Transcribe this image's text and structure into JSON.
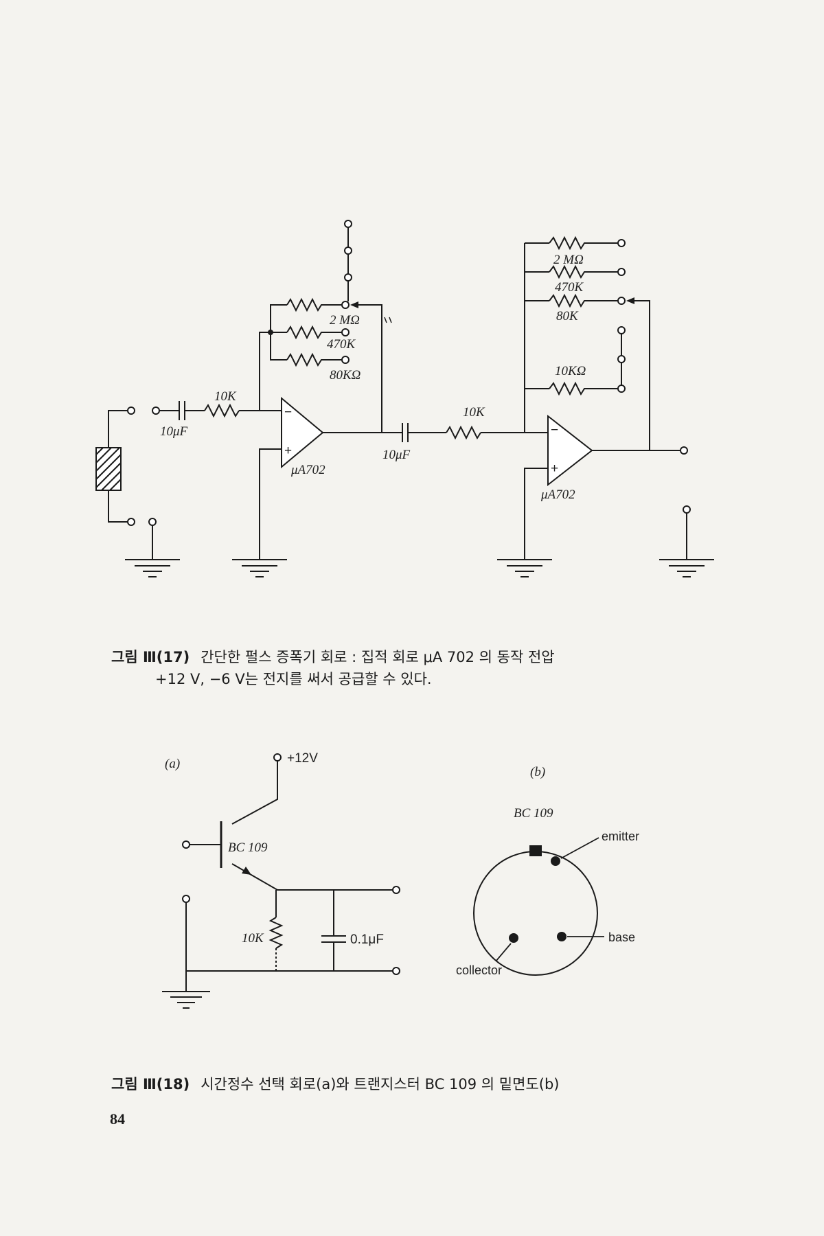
{
  "figure17": {
    "labels": {
      "r_input": "10K",
      "c_input": "10μF",
      "r_fb1_2m": "2 MΩ",
      "r_fb1_470": "470K",
      "r_fb1_80": "80KΩ",
      "opamp1": "μA702",
      "c_couple": "10μF",
      "r_stage2": "10K",
      "r_fb2_2m": "2 MΩ",
      "r_fb2_470": "470K",
      "r_fb2_80": "80K",
      "r_fb2_10": "10KΩ",
      "opamp2": "μA702",
      "minus": "−",
      "plus": "+"
    },
    "caption_number": "그림 Ⅲ(17)",
    "caption_line1": "간단한 펄스 증폭기 회로 : 집적 회로 μA 702 의 동작 전압",
    "caption_line2": "+12 V,  −6 V는 전지를 써서 공급할 수 있다."
  },
  "figure18": {
    "a": {
      "panel_label": "(a)",
      "supply": "+12V",
      "transistor": "BC 109",
      "resistor": "10K",
      "capacitor": "0.1μF"
    },
    "b": {
      "panel_label": "(b)",
      "transistor": "BC 109",
      "pin_emitter": "emitter",
      "pin_base": "base",
      "pin_collector": "collector"
    },
    "caption_number": "그림 Ⅲ(18)",
    "caption_text": "시간정수 선택 회로(a)와 트랜지스터 BC 109 의 밑면도(b)"
  },
  "page_number": "84"
}
